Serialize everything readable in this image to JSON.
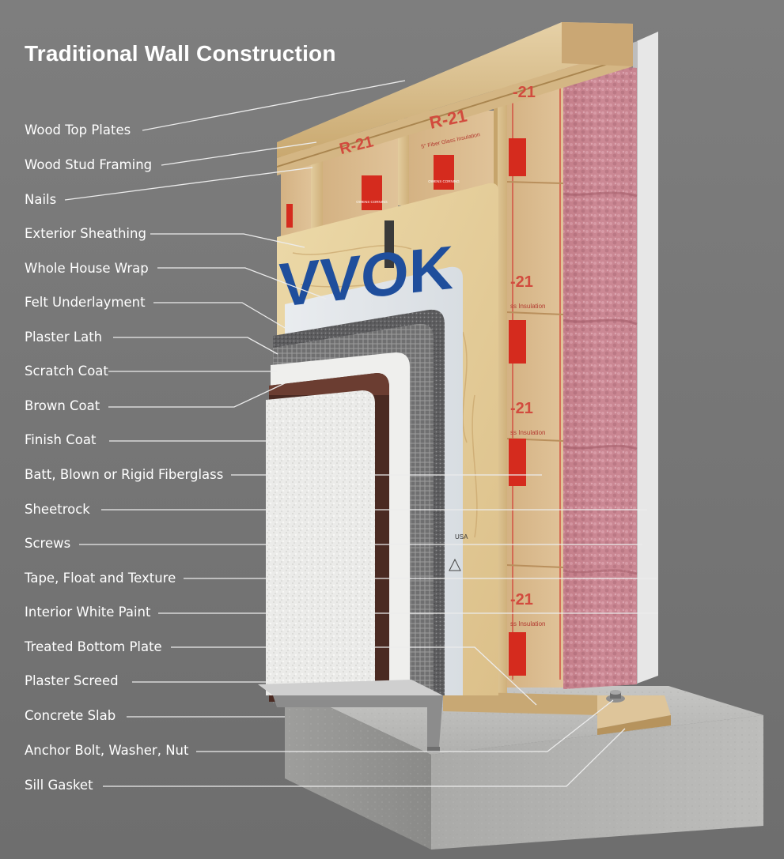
{
  "title": "Traditional Wall Construction",
  "labels": [
    "Wood Top Plates",
    "Wood Stud Framing",
    "Nails",
    "Exterior Sheathing",
    "Whole House Wrap",
    "Felt Underlayment",
    "Plaster Lath",
    "Scratch Coat",
    "Brown Coat",
    "Finish Coat",
    "Batt, Blown or Rigid Fiberglass",
    "Sheetrock",
    "Screws",
    "Tape, Float and Texture",
    "Interior White Paint",
    "Treated Bottom Plate",
    "Plaster Screed",
    "Concrete Slab",
    "Anchor Bolt, Washer, Nut",
    "Sill Gasket"
  ],
  "product_marks": {
    "insulation_rating": "R-21",
    "insulation_type": "5\" Fiber Glass Insulation",
    "insulation_short": "-21",
    "insulation_caption": "ss Insulation",
    "manufacturer": "OWENS CORNING",
    "wrap_brand": "VVOK",
    "sheathing_stamp": "USA"
  },
  "colors": {
    "background": "#787878",
    "label_text": "#ffffff",
    "leader_line": "#ececec",
    "wood": "#dcc190",
    "insulation_pink": "#c9848f",
    "house_wrap_blue": "#1f4e9c",
    "brown_coat": "#4a2a22",
    "concrete": "#b3b3b1",
    "manufacturer_red": "#d52b1e"
  }
}
